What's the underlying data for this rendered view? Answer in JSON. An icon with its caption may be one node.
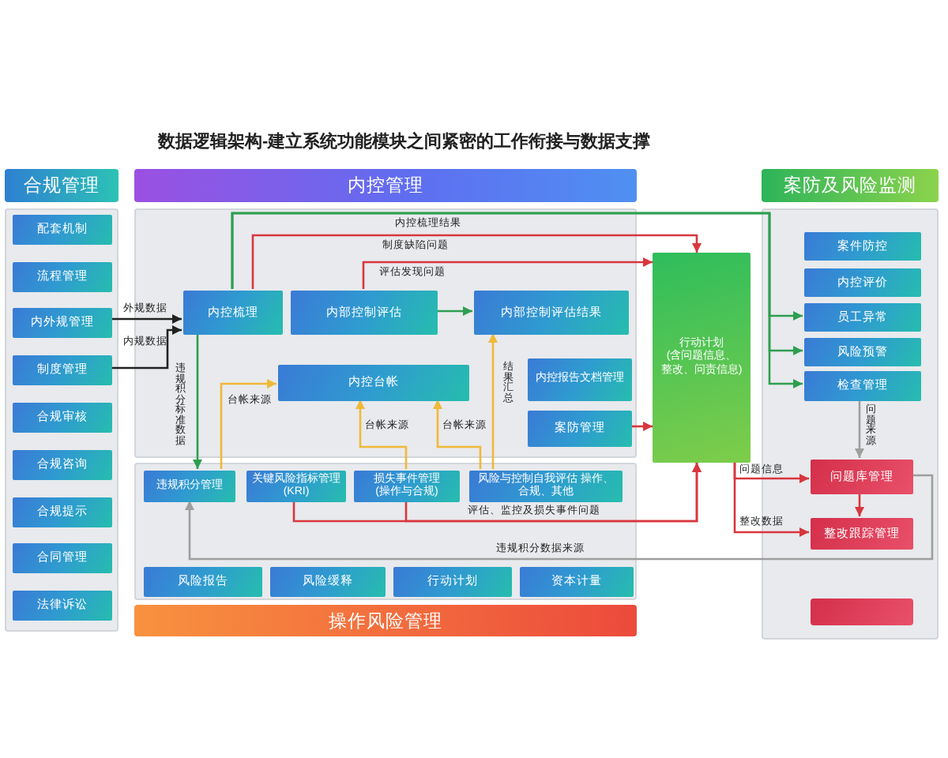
{
  "diagram": {
    "title": "数据逻辑架构-建立系统功能模块之间紧密的工作衔接与数据支撑",
    "nodes": [
      {
        "text": [
          "合规管理"
        ]
      },
      {
        "text": [],
        "shape": "box"
      },
      {
        "text": [
          "配套机制"
        ],
        "in": 1
      },
      {
        "text": [
          "流程管理"
        ],
        "in": 1
      },
      {
        "text": [
          "内外规管理"
        ],
        "in": 1
      },
      {
        "text": [
          "制度管理"
        ],
        "in": 1
      },
      {
        "text": [
          "合规审核"
        ],
        "in": 1
      },
      {
        "text": [
          "合规咨询"
        ],
        "in": 1
      },
      {
        "text": [
          "合规提示"
        ],
        "in": 1
      },
      {
        "text": [
          "合同管理"
        ],
        "in": 1
      },
      {
        "text": [
          "法律诉讼"
        ],
        "in": 1
      },
      {
        "text": [
          "内控管理"
        ]
      },
      {
        "text": [],
        "shape": "box"
      },
      {
        "text": [
          "内控梳理"
        ],
        "in": 12
      },
      {
        "text": [
          "内部控制评估"
        ],
        "in": 12
      },
      {
        "text": [
          "内部控制评估结果"
        ],
        "in": 12
      },
      {
        "text": [
          "内控台帐"
        ],
        "in": 12
      },
      {
        "text": [
          "内控报告文档管理"
        ],
        "in": 12
      },
      {
        "text": [
          "案防管理"
        ],
        "in": 12
      },
      {
        "text": [],
        "shape": "box"
      },
      {
        "text": [
          "违规积分管理"
        ],
        "in": 19
      },
      {
        "text": [
          "关键风险指标管理(KRI)"
        ],
        "in": 19
      },
      {
        "text": [
          "损失事件管理(操作与合规)"
        ],
        "in": 19
      },
      {
        "text": [
          "风险与控制自我评估 操作、合规、其他"
        ],
        "in": 19
      },
      {
        "text": [
          "风险报告"
        ],
        "in": 19
      },
      {
        "text": [
          "风险缓释"
        ],
        "in": 19
      },
      {
        "text": [
          "行动计划"
        ],
        "in": 19
      },
      {
        "text": [
          "资本计量"
        ],
        "in": 19
      },
      {
        "text": [
          "操作风险管理"
        ]
      },
      {
        "text": [
          "行动计划",
          "(含问题信息、整改、问责信息)"
        ]
      },
      {
        "text": [
          "案防及风险监测"
        ]
      },
      {
        "text": [],
        "shape": "box"
      },
      {
        "text": [
          "案件防控"
        ],
        "in": 31
      },
      {
        "text": [
          "内控评价"
        ],
        "in": 31
      },
      {
        "text": [
          "员工异常"
        ],
        "in": 31
      },
      {
        "text": [
          "风险预警"
        ],
        "in": 31
      },
      {
        "text": [
          "检查管理"
        ],
        "in": 31
      },
      {
        "text": [
          "问题库管理"
        ],
        "in": 31
      },
      {
        "text": [
          "整改跟踪管理"
        ],
        "in": 31
      },
      {
        "text": [],
        "shape": "box",
        "in": 31
      }
    ],
    "edges": [
      {
        "from": 4,
        "to": 13,
        "arrow": "to",
        "label": "外规数据",
        "color": "#222222"
      },
      {
        "from": 5,
        "to": 13,
        "arrow": "to",
        "label": "内规数据",
        "color": "#222222"
      },
      {
        "from": 13,
        "to": 34,
        "arrow": "to",
        "label": "内控梳理结果",
        "color": "#2e9e50"
      },
      {
        "from": 13,
        "to": 35,
        "arrow": "to",
        "color": "#2e9e50"
      },
      {
        "from": 13,
        "to": 36,
        "arrow": "to",
        "color": "#2e9e50"
      },
      {
        "from": 13,
        "to": 29,
        "arrow": "to",
        "label": "制度缺陷问题"
      },
      {
        "from": 14,
        "to": 29,
        "arrow": "to",
        "label": "评估发现问题"
      },
      {
        "from": 14,
        "to": 15,
        "arrow": "to",
        "color": "#2e9e50"
      },
      {
        "from": 13,
        "to": 20,
        "arrow": "to",
        "label": "违规积分标准数据",
        "color": "#2e9e50"
      },
      {
        "from": 20,
        "to": 16,
        "arrow": "to",
        "label": "台帐来源",
        "color": "#f0b93a"
      },
      {
        "from": 22,
        "to": 16,
        "arrow": "to",
        "label": "台帐来源",
        "color": "#f0b93a"
      },
      {
        "from": 23,
        "to": 16,
        "arrow": "to",
        "label": "台帐来源",
        "color": "#f0b93a"
      },
      {
        "from": 23,
        "to": 15,
        "arrow": "to",
        "label": "结果汇总",
        "color": "#f0b93a"
      },
      {
        "from": 18,
        "to": 29,
        "arrow": "to"
      },
      {
        "from": 21,
        "to": 29,
        "arrow": "to",
        "label": "评估、监控及损失事件问题"
      },
      {
        "from": 22,
        "to": 29,
        "arrow": "to"
      },
      {
        "from": 29,
        "to": 37,
        "arrow": "to",
        "label": "问题信息"
      },
      {
        "from": 29,
        "to": 38,
        "arrow": "to",
        "label": "整改数据"
      },
      {
        "from": 36,
        "to": 37,
        "arrow": "to",
        "label": "问题来源",
        "color": "#9e9e9e"
      },
      {
        "from": 37,
        "to": 38,
        "arrow": "to"
      },
      {
        "from": 37,
        "to": 20,
        "arrow": "to",
        "label": "违规积分数据来源",
        "color": "#9e9e9e"
      }
    ]
  }
}
